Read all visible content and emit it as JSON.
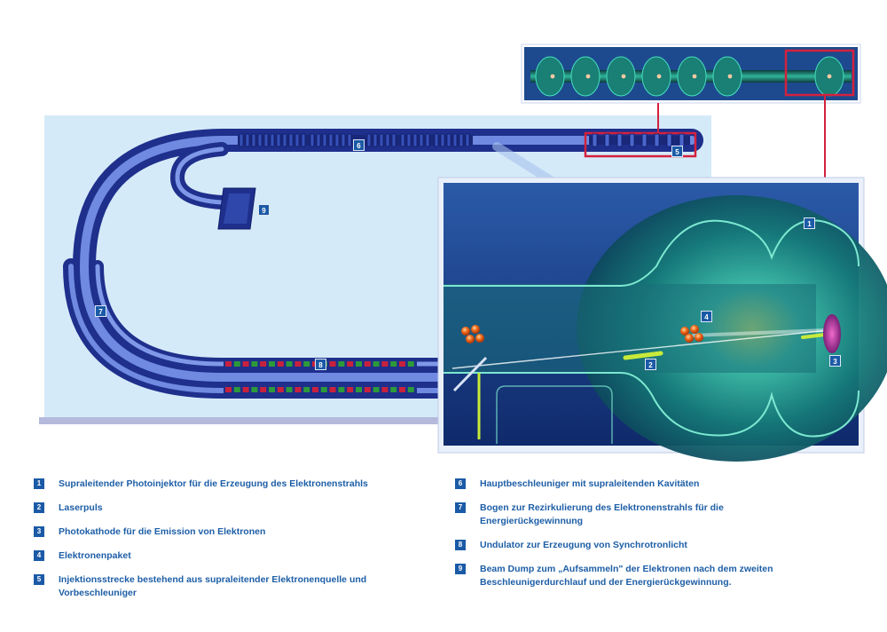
{
  "labels": {
    "n1": "1",
    "n2": "2",
    "n3": "3",
    "n4": "4",
    "n5": "5",
    "n6": "6",
    "n7": "7",
    "n8": "8",
    "n9": "9"
  },
  "legend": {
    "left": [
      {
        "num": "1",
        "text": "Supraleitender Photoinjektor für die Erzeugung des Elektronenstrahls"
      },
      {
        "num": "2",
        "text": "Laserpuls"
      },
      {
        "num": "3",
        "text": "Photokathode für die Emission von Elektronen"
      },
      {
        "num": "4",
        "text": "Elektronenpaket"
      },
      {
        "num": "5",
        "text": "Injektionsstrecke bestehend aus supraleitender Elektronenquelle und Vorbeschleuniger"
      }
    ],
    "right": [
      {
        "num": "6",
        "text": "Hauptbeschleuniger mit supraleitenden Kavitäten"
      },
      {
        "num": "7",
        "text": "Bogen zur Rezirkulierung des Elektronenstrahls für die Energierückgewinnung"
      },
      {
        "num": "8",
        "text": "Undulator zur Erzeugung von Synchrotronlicht"
      },
      {
        "num": "9",
        "text": "Beam Dump zum „Aufsammeln\" der Elektronen nach dem zweiten Beschleunigerdurchlauf und der Energierückgewinnung."
      }
    ]
  },
  "colors": {
    "panel_bg": "#d5eaf8",
    "tube_dark": "#1e2f8c",
    "tube_light": "#5c79d8",
    "highlight_red": "#d4213d",
    "badge_blue": "#1b5aa6",
    "cavity_teal": "#1b8f87",
    "electron_orange": "#f26a1b",
    "undulator_green": "#2c9a3a",
    "undulator_red": "#c8213d"
  }
}
